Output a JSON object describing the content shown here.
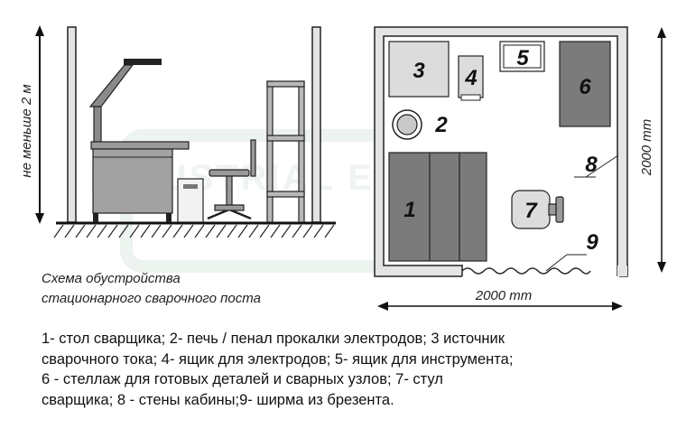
{
  "diagram": {
    "side_view": {
      "height_label": "не меньше 2 м"
    },
    "plan_view": {
      "width_label": "2000 mm",
      "height_label": "2000 mm",
      "items": [
        {
          "id": "item-1",
          "label": "1"
        },
        {
          "id": "item-2",
          "label": "2"
        },
        {
          "id": "item-3",
          "label": "3"
        },
        {
          "id": "item-4",
          "label": "4"
        },
        {
          "id": "item-5",
          "label": "5"
        },
        {
          "id": "item-6",
          "label": "6"
        },
        {
          "id": "item-7",
          "label": "7"
        },
        {
          "id": "item-8",
          "label": "8"
        },
        {
          "id": "item-9",
          "label": "9"
        }
      ]
    },
    "watermark": "INDUSTRIAL EQUIPMENT",
    "caption_lines": [
      "Схема обустройства",
      "стационарного сварочного поста"
    ],
    "legend_lines": [
      "1- стол сварщика; 2- печь / пенал прокалки электродов; 3 источник",
      "сварочного тока; 4- ящик для электродов; 5- ящик для инструмента;",
      "6 - стеллаж для готовых деталей и сварных узлов; 7- стул",
      "сварщика; 8 - стены кабины;9- ширма из брезента."
    ]
  },
  "colors": {
    "wall_fill": "#e4e4e4",
    "dark_fill": "#7b7b7b",
    "light_fill": "#d9d9d9",
    "stroke": "#222222",
    "watermark": "#e6efe8"
  }
}
